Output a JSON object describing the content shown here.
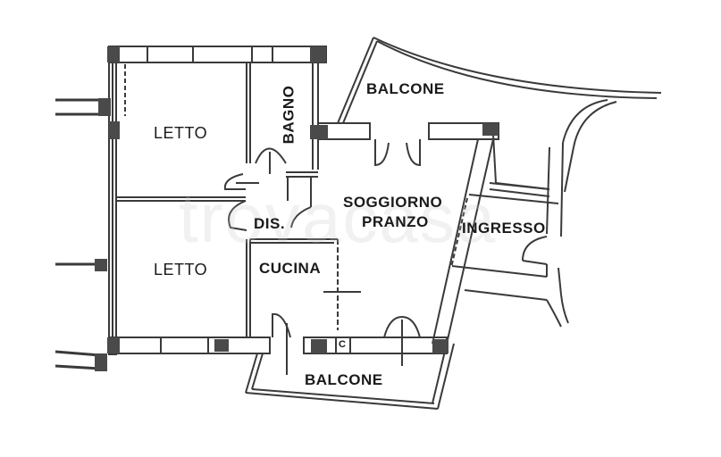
{
  "plan": {
    "type": "floor-plan",
    "watermark": "trovacasa",
    "colors": {
      "wall": "#3a3a3a",
      "pillar": "#4a4a4a",
      "background": "#ffffff",
      "label": "#1a1a1a"
    },
    "rooms": [
      {
        "id": "letto-1",
        "label": "LETTO"
      },
      {
        "id": "bagno",
        "label": "BAGNO"
      },
      {
        "id": "balcone-north",
        "label": "BALCONE"
      },
      {
        "id": "soggiorno",
        "label_line1": "SOGGIORNO",
        "label_line2": "PRANZO"
      },
      {
        "id": "dis",
        "label": "DIS."
      },
      {
        "id": "ingresso",
        "label": "INGRESSO"
      },
      {
        "id": "letto-2",
        "label": "LETTO"
      },
      {
        "id": "cucina",
        "label": "CUCINA"
      },
      {
        "id": "balcone-south",
        "label": "BALCONE"
      }
    ],
    "fixtures": {
      "boiler_marker": "C"
    }
  }
}
